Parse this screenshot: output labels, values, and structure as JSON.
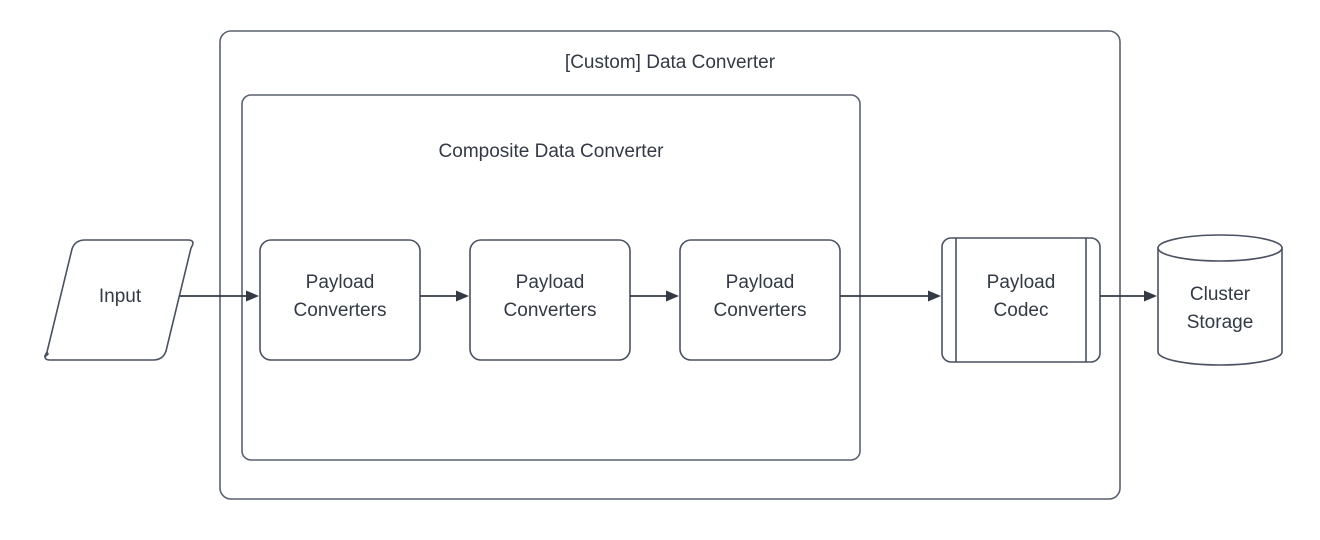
{
  "diagram": {
    "title": "[Custom] Data Converter",
    "background_color": "#ffffff",
    "stroke_color": "#4a5160",
    "text_color": "#333a45",
    "containers": [
      {
        "id": "custom-data-converter",
        "label": "[Custom] Data Converter",
        "shape": "rounded-rectangle"
      },
      {
        "id": "composite-data-converter",
        "label": "Composite Data Converter",
        "shape": "rounded-rectangle"
      }
    ],
    "nodes": [
      {
        "id": "input",
        "label": "Input",
        "shape": "parallelogram"
      },
      {
        "id": "payload-converters-1",
        "label_line_1": "Payload",
        "label_line_2": "Converters",
        "shape": "rounded-rectangle"
      },
      {
        "id": "payload-converters-2",
        "label_line_1": "Payload",
        "label_line_2": "Converters",
        "shape": "rounded-rectangle"
      },
      {
        "id": "payload-converters-3",
        "label_line_1": "Payload",
        "label_line_2": "Converters",
        "shape": "rounded-rectangle"
      },
      {
        "id": "payload-codec",
        "label_line_1": "Payload",
        "label_line_2": "Codec",
        "shape": "process"
      },
      {
        "id": "cluster-storage",
        "label_line_1": "Cluster",
        "label_line_2": "Storage",
        "shape": "cylinder"
      }
    ],
    "edges": [
      {
        "from": "input",
        "to": "payload-converters-1",
        "arrow": "single"
      },
      {
        "from": "payload-converters-1",
        "to": "payload-converters-2",
        "arrow": "single"
      },
      {
        "from": "payload-converters-2",
        "to": "payload-converters-3",
        "arrow": "single"
      },
      {
        "from": "payload-converters-3",
        "to": "payload-codec",
        "arrow": "single"
      },
      {
        "from": "payload-codec",
        "to": "cluster-storage",
        "arrow": "single"
      }
    ]
  }
}
